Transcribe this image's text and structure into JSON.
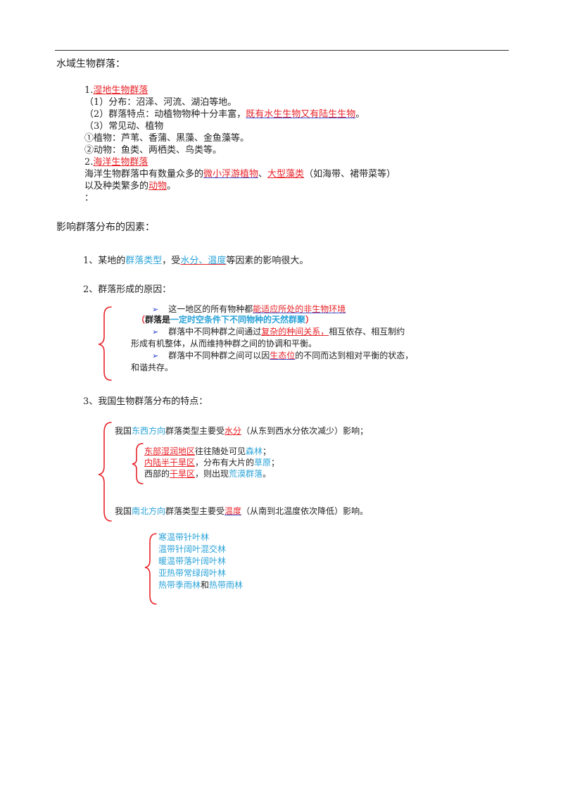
{
  "section1": {
    "heading": "水域生物群落：",
    "wetland_title": "湿地生物群落",
    "wetland_num": "1.",
    "dist": "（1）分布：沼泽、河流、湖泊等地。",
    "feat_pre": "（2）群落特点：动植物物种十分丰富，",
    "feat_hl": "既有水生生物又有陆生生物",
    "feat_post": "。",
    "common": "（3）常见动、植物",
    "plants": "①植物：芦苇、香蒲、黑藻、金鱼藻等。",
    "animals": "②动物：鱼类、两栖类、鸟类等。",
    "ocean_num": "2.",
    "ocean_title": "海洋生物群落",
    "ocean_1a": "海洋生物群落中有数量众多的",
    "ocean_1b": "微小浮游植物",
    "ocean_1c": "、",
    "ocean_1d": "大型藻类",
    "ocean_1e": "（如海带、裙带菜等）",
    "ocean_2a": "以及种类繁多的",
    "ocean_2b": "动物",
    "ocean_2c": "。",
    "colon": "："
  },
  "section2": {
    "heading": "影响群落分布的因素：",
    "p1_a": "1、某地的",
    "p1_b": "群落类型",
    "p1_c": "，受",
    "p1_d": "水分、温度",
    "p1_e": "等因素的影响很大。",
    "p2": "2、群落形成的原因：",
    "b1_a": "这一地区的所有物种都",
    "b1_b": "能适应所处的非生物环境",
    "def_a": "（",
    "def_b": "群落是",
    "def_c": "一定时空条件下不同物种的天然群聚",
    "def_d": "）",
    "b2_a": "群落中不同种群之间通过",
    "b2_b": "复杂的种间关系，",
    "b2_c": "相互依存、相互制约",
    "b2_d": "形成有机整体，从而维持种群之间的协调和平衡。",
    "b3_a": "群落中不同种群之间可以因",
    "b3_b": "生态位",
    "b3_c": "的不同而达到相对平衡的状态，",
    "b3_d": "和谐共存。",
    "p3": "3、我国生物群落分布的特点：",
    "ew_a": "我国",
    "ew_b": "东西方向",
    "ew_c": "群落类型主要受",
    "ew_d": "水分",
    "ew_e": "（从东到西水分依次减少）影响；",
    "e1_a": "东部湿润地区",
    "e1_b": "往往随处可见",
    "e1_c": "森林",
    "e1_d": "；",
    "e2_a": "内陆半干旱区",
    "e2_b": "，分布有大片的",
    "e2_c": "草原",
    "e2_d": "；",
    "e3_a": "西部的",
    "e3_b": "干旱区",
    "e3_c": "，则出现",
    "e3_d": "荒漠群落",
    "e3_e": "。",
    "ns_a": "我国",
    "ns_b": "南北方向",
    "ns_c": "群落类型主要受",
    "ns_d": "温度",
    "ns_e": "（从南到北温度依次降低）影响。",
    "forests": [
      "寒温带针叶林",
      "温带针阔叶混交林",
      "暖温带落叶阔叶林",
      "亚热带常绿阔叶林"
    ],
    "f5_a": "热带季雨林",
    "f5_b": "和",
    "f5_c": "热带雨林"
  },
  "colors": {
    "red": "#e8242a",
    "blue": "#2aa3d8",
    "underline_blue": "#3a4fd0",
    "arrow": "#2b3fc8"
  }
}
